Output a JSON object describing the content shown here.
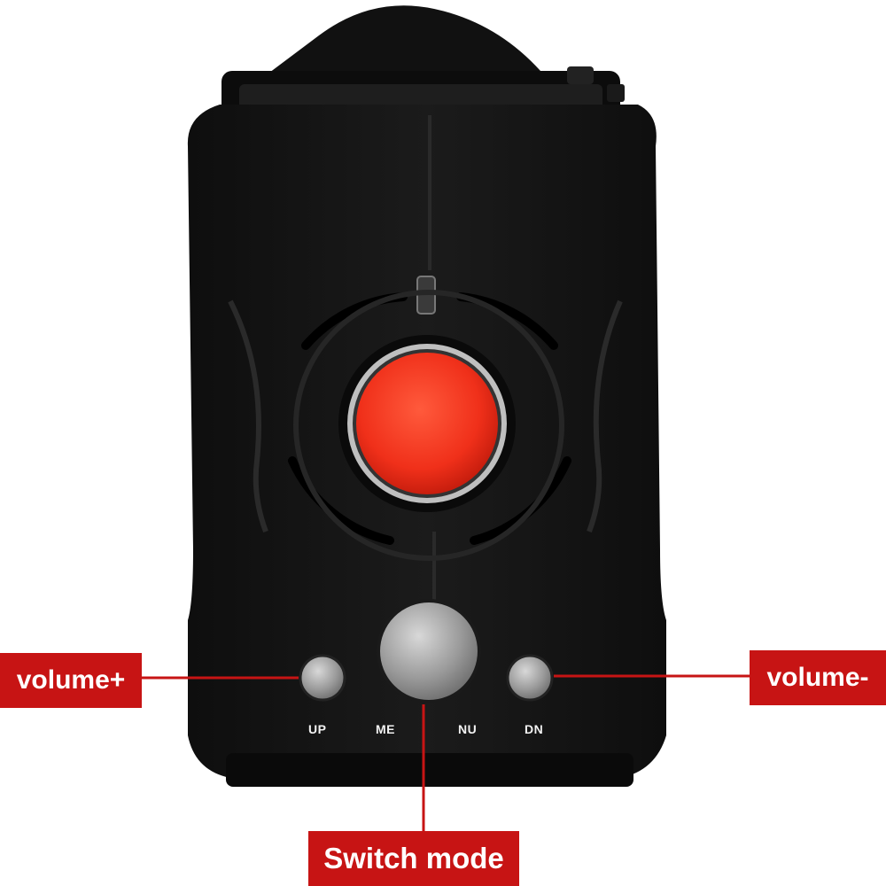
{
  "device": {
    "button_labels": {
      "up": "UP",
      "me": "ME",
      "nu": "NU",
      "dn": "DN"
    }
  },
  "callouts": {
    "volume_plus": "volume+",
    "volume_minus": "volume-",
    "switch_mode": "Switch mode"
  },
  "colors": {
    "callout_red": "#c71414",
    "alert_lens_red": "#f0341e",
    "body_black": "#141414"
  }
}
